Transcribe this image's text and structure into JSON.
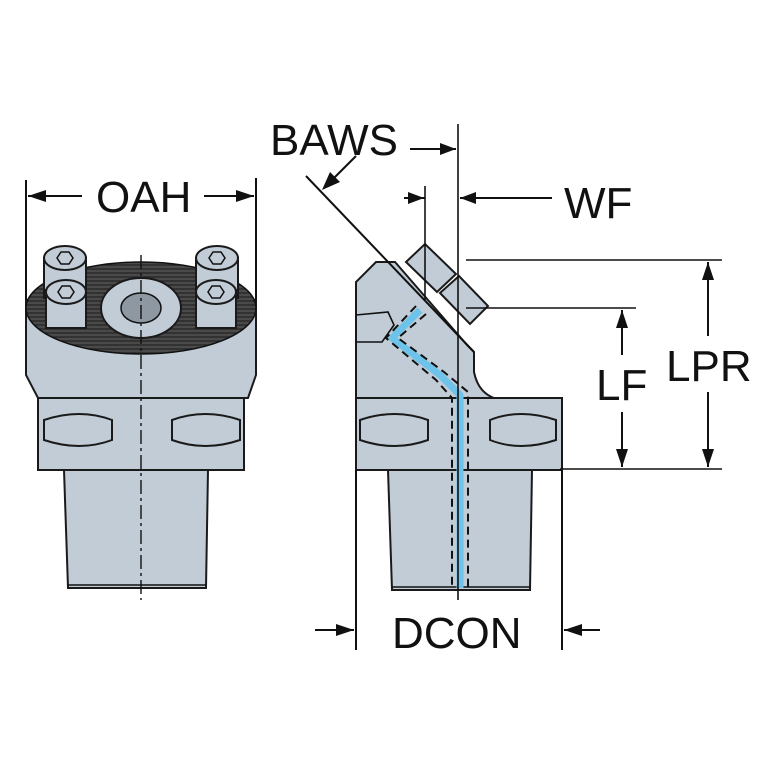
{
  "diagram": {
    "title": "Tool holder dimension drawing",
    "views": [
      "front-view",
      "side-view"
    ],
    "labels": {
      "oah": "OAH",
      "baws": "BAWS",
      "wf": "WF",
      "lf": "LF",
      "lpr": "LPR",
      "dcon": "DCON"
    },
    "colors": {
      "body": "#c1ccd6",
      "coolant": "#6ec3ea",
      "line": "#111111"
    }
  }
}
